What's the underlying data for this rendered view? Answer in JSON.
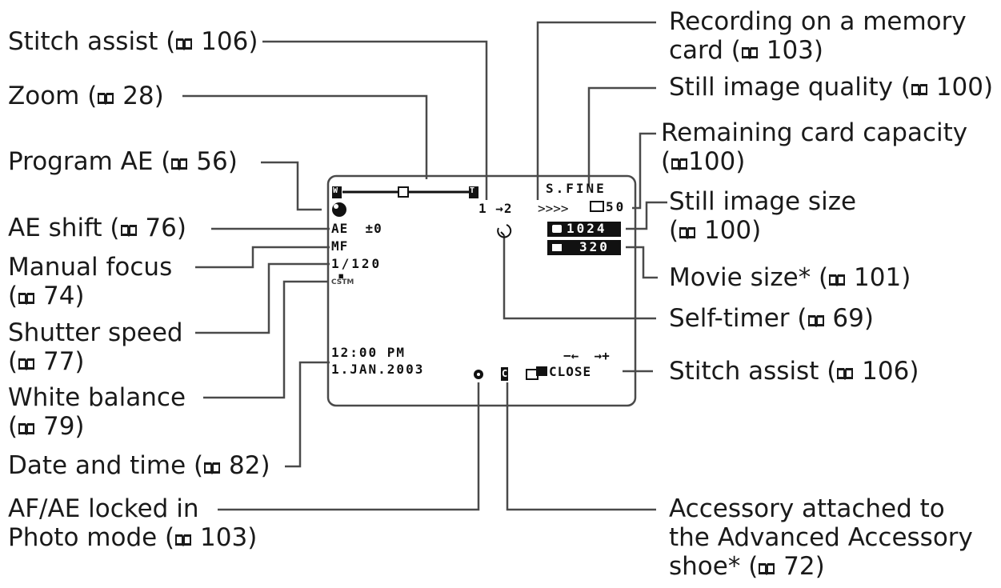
{
  "labels": {
    "stitch_assist_top": {
      "text": "Stitch assist (",
      "ref": "106"
    },
    "zoom": {
      "text": "Zoom (",
      "ref": "28"
    },
    "program_ae": {
      "text": "Program AE (",
      "ref": "56"
    },
    "ae_shift": {
      "text": "AE shift (",
      "ref": "76"
    },
    "manual_focus": {
      "line1": "Manual focus",
      "line2": "(",
      "ref": "74"
    },
    "shutter_speed": {
      "line1": "Shutter speed",
      "line2": "(",
      "ref": "77"
    },
    "white_balance": {
      "line1": "White balance",
      "line2": "(",
      "ref": "79"
    },
    "date_time": {
      "text": "Date and time (",
      "ref": "82"
    },
    "af_ae_locked": {
      "line1": "AF/AE locked in",
      "line2": "Photo mode (",
      "ref": "103"
    },
    "recording_card": {
      "line1": "Recording on a memory",
      "line2": "card (",
      "ref": "103"
    },
    "still_quality": {
      "text": "Still image quality (",
      "ref": "100"
    },
    "remaining_capacity": {
      "line1": "Remaining card capacity",
      "line2": "(",
      "ref": "100"
    },
    "still_size": {
      "line1": "Still image size",
      "line2": "(",
      "ref": "100"
    },
    "movie_size": {
      "text": "Movie size* (",
      "ref": "101"
    },
    "self_timer": {
      "text": "Self-timer (",
      "ref": "69"
    },
    "stitch_assist_right": {
      "text": "Stitch assist (",
      "ref": "106"
    },
    "accessory": {
      "line1": "Accessory attached to",
      "line2": "the Advanced Accessory",
      "line3": "shoe* (",
      "ref": "72"
    }
  },
  "screen": {
    "zoom_w": "W",
    "zoom_t": "T",
    "stitch_dir": "1 →2",
    "ae_shift": "AE  ±0",
    "focus": "MF",
    "shutter": "1/120",
    "wb_mark": "▪",
    "wb_text": "CSTM",
    "quality": "S.FINE",
    "recording": ">>>>",
    "capacity": "50",
    "still_size": "1024",
    "movie_size": "320",
    "time": "12:00 PM",
    "date": "1.JAN.2003",
    "stitch_arrows": "−←  →+",
    "close": "CLOSE",
    "accessory_mark": "C"
  }
}
